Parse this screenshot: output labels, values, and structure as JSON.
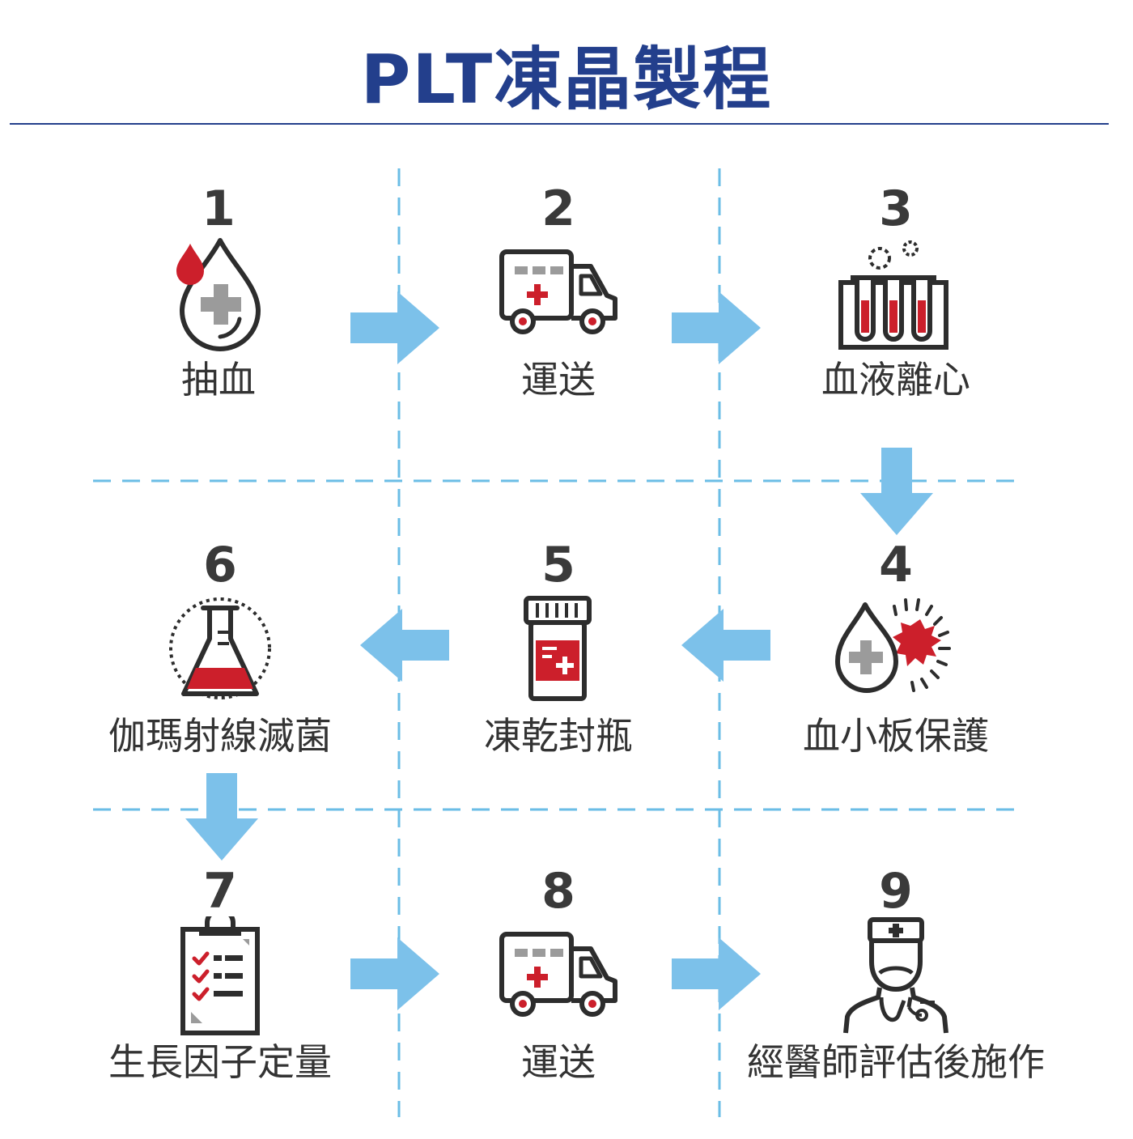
{
  "title": "PLT凍晶製程",
  "colors": {
    "title": "#233f8c",
    "accent_red": "#cc1f2b",
    "icon_dark": "#2d2d2d",
    "icon_gray": "#9b9b9b",
    "arrow_blue": "#7cc1ea",
    "grid_dash": "#6bbde6"
  },
  "steps": [
    {
      "number": "1",
      "label": "抽血",
      "icon": "blood-drop-cross-icon"
    },
    {
      "number": "2",
      "label": "運送",
      "icon": "ambulance-truck-icon"
    },
    {
      "number": "3",
      "label": "血液離心",
      "icon": "test-tubes-rack-icon"
    },
    {
      "number": "4",
      "label": "血小板保護",
      "icon": "drop-shield-burst-icon"
    },
    {
      "number": "5",
      "label": "凍乾封瓶",
      "icon": "medicine-bottle-icon"
    },
    {
      "number": "6",
      "label": "伽瑪射線滅菌",
      "icon": "flask-radiation-icon"
    },
    {
      "number": "7",
      "label": "生長因子定量",
      "icon": "clipboard-checklist-icon"
    },
    {
      "number": "8",
      "label": "運送",
      "icon": "ambulance-truck-icon"
    },
    {
      "number": "9",
      "label": "經醫師評估後施作",
      "icon": "doctor-stethoscope-icon"
    }
  ],
  "flow": [
    {
      "from": "1",
      "to": "2",
      "direction": "right"
    },
    {
      "from": "2",
      "to": "3",
      "direction": "right"
    },
    {
      "from": "3",
      "to": "4",
      "direction": "down"
    },
    {
      "from": "4",
      "to": "5",
      "direction": "left"
    },
    {
      "from": "5",
      "to": "6",
      "direction": "left"
    },
    {
      "from": "6",
      "to": "7",
      "direction": "down"
    },
    {
      "from": "7",
      "to": "8",
      "direction": "right"
    },
    {
      "from": "8",
      "to": "9",
      "direction": "right"
    }
  ]
}
